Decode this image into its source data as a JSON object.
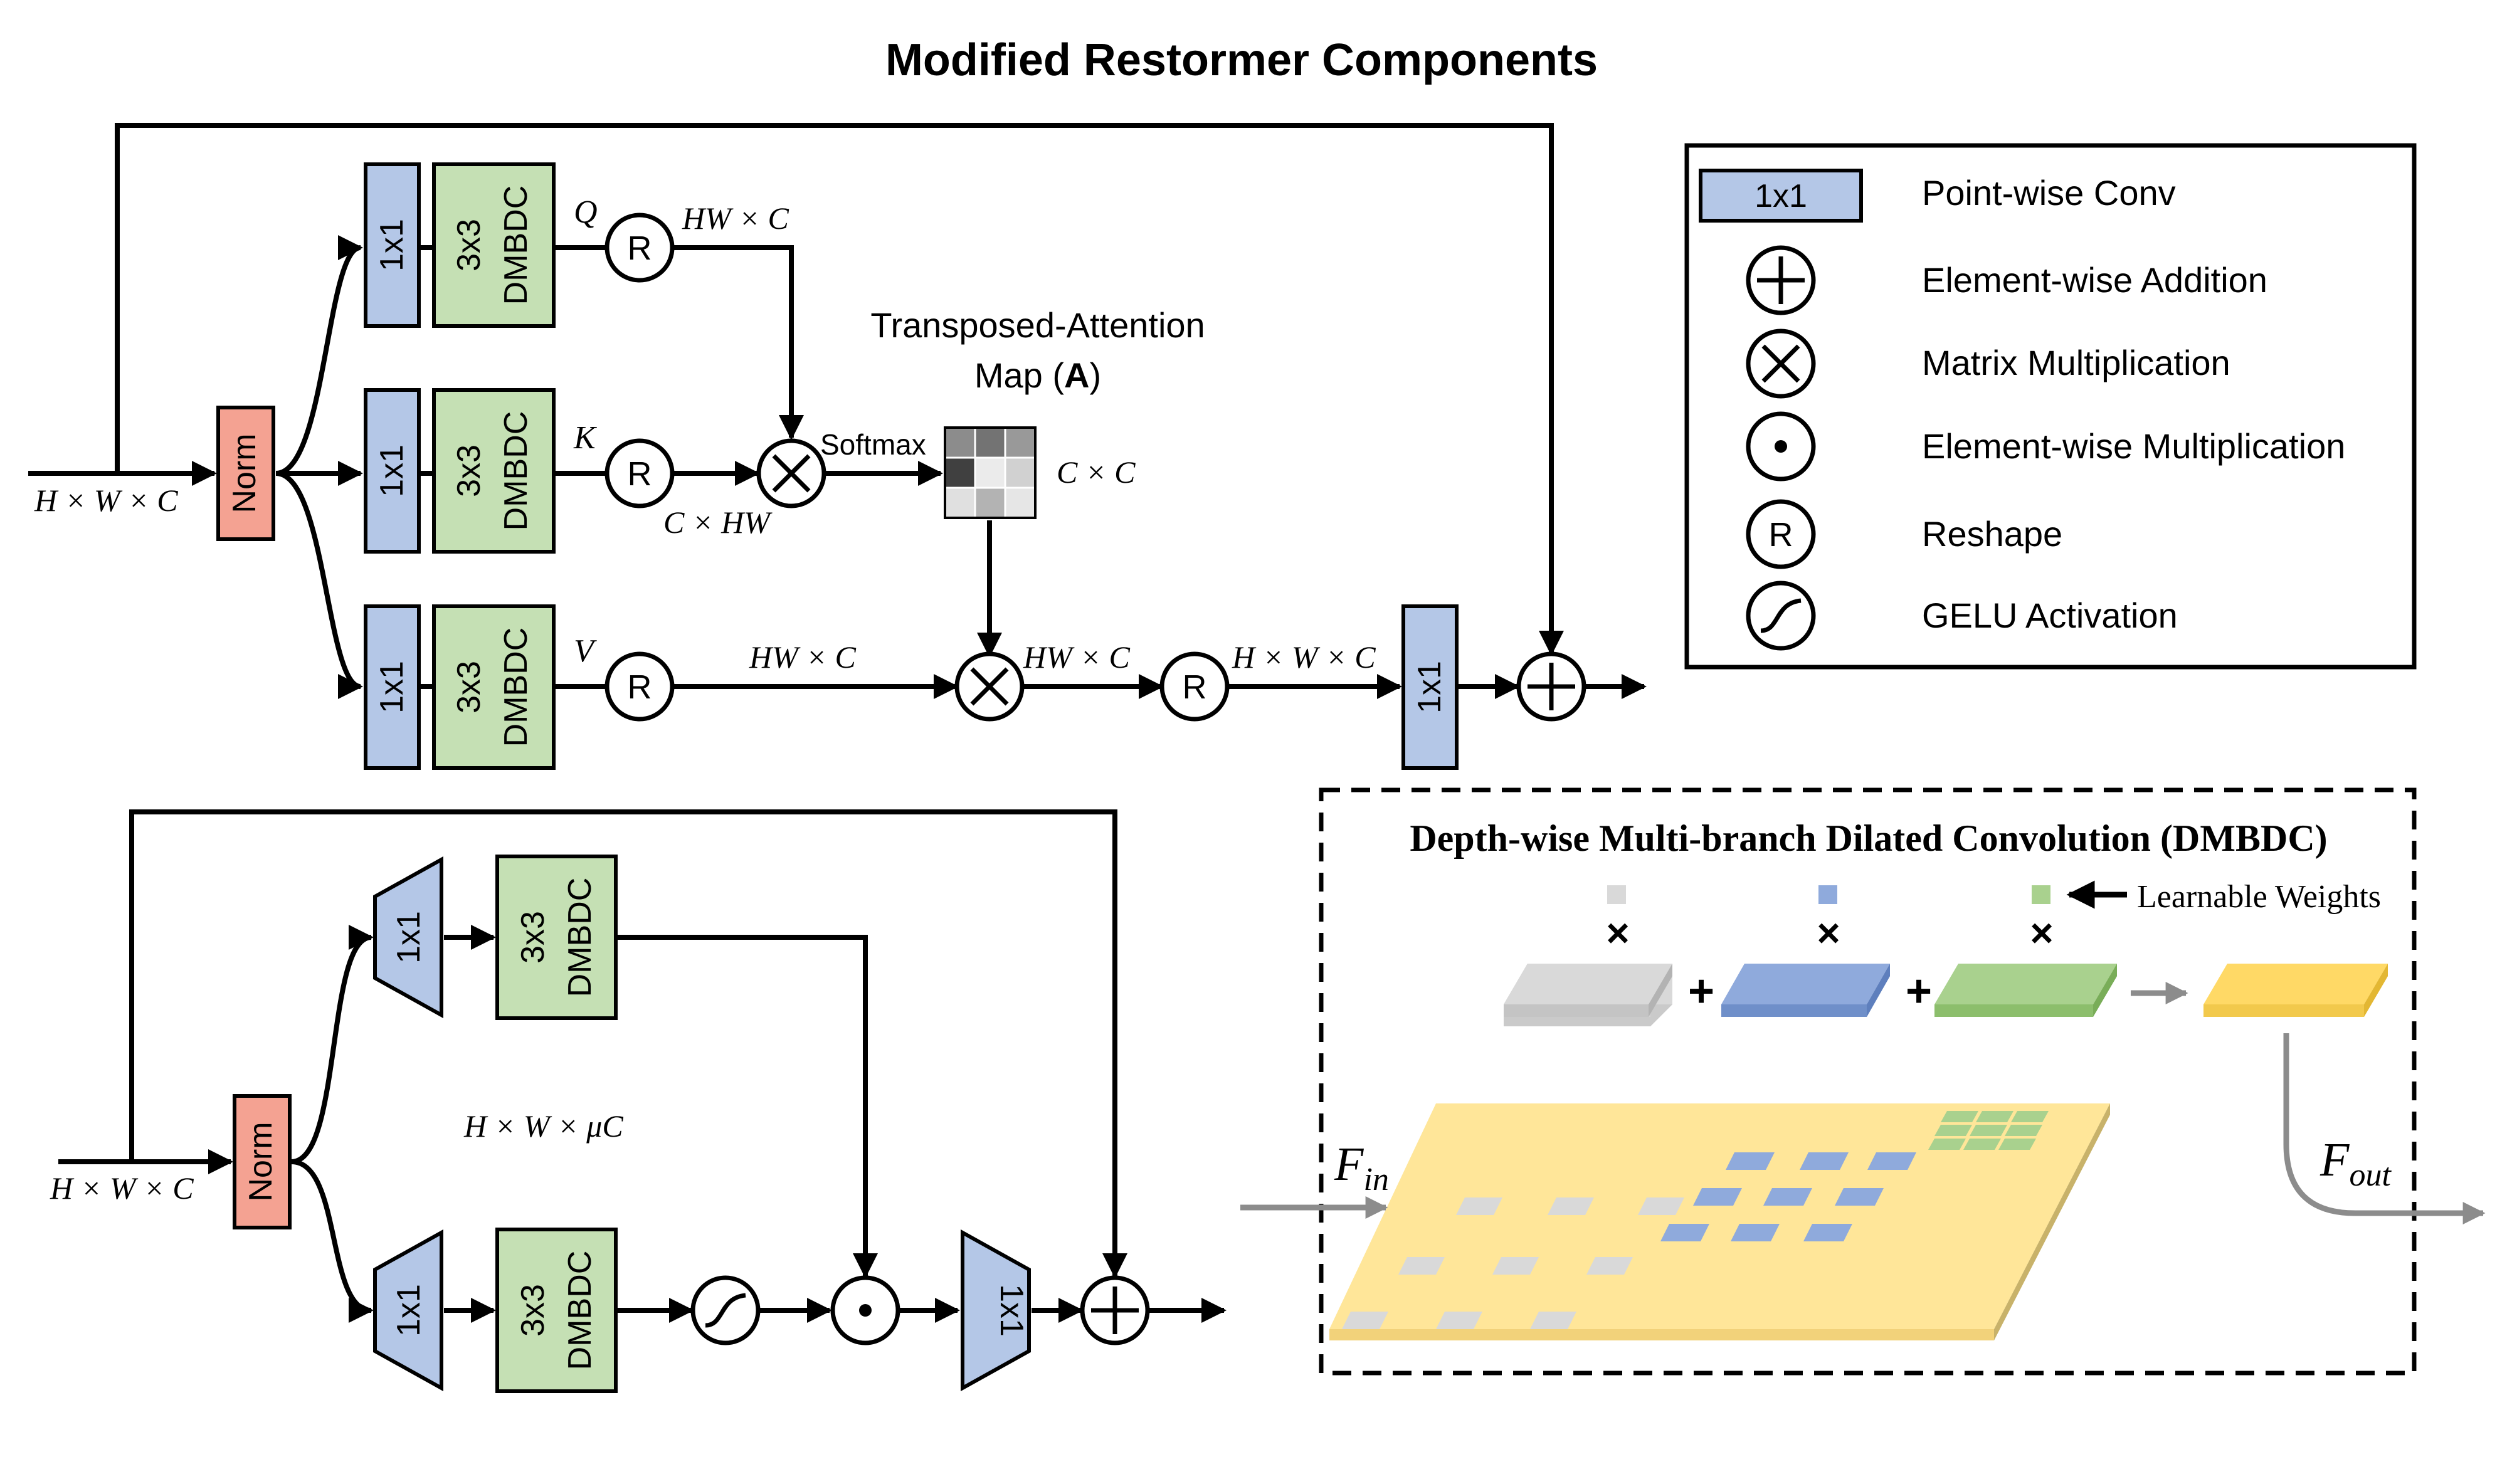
{
  "title": "Modified Restormer Components",
  "colors": {
    "norm": "#f4a292",
    "pointwise": "#b4c7e7",
    "dmbdc": "#c5e0b4",
    "yellow_plane": "#ffe699",
    "yellow_bright": "#ffd966",
    "gray_tile": "#d9d9d9",
    "blue_tile": "#8faadc",
    "green_tile": "#a9d18e"
  },
  "attention": {
    "input_dim": "H × W × C",
    "norm_label": "Norm",
    "conv1x1_label": "1x1",
    "dmbdc_line1": "3x3",
    "dmbdc_line2": "DMBDC",
    "q_label": "Q",
    "k_label": "K",
    "v_label": "V",
    "reshape_label": "R",
    "q_dim": "HW × C",
    "k_dim": "C × HW",
    "v_dim": "HW × C",
    "softmax_label": "Softmax",
    "map_title_line1": "Transposed-Attention",
    "map_title_line2_prefix": "Map (",
    "map_title_line2_bold": "A",
    "map_title_line2_suffix": ")",
    "map_dim": "C × C",
    "mult_out_dim": "HW × C",
    "reshape_out_dim": "H × W × C",
    "map_cells": [
      0.55,
      0.45,
      0.6,
      0.25,
      0.92,
      0.82,
      0.88,
      0.7,
      0.9
    ]
  },
  "ffn": {
    "input_dim": "H × W × C",
    "hidden_dim": "H × W × μC",
    "norm_label": "Norm",
    "conv1x1_label": "1x1",
    "dmbdc_line1": "3x3",
    "dmbdc_line2": "DMBDC"
  },
  "legend": {
    "items": [
      {
        "symbol": "1x1",
        "label": "Point-wise Conv"
      },
      {
        "symbol": "plus-icon",
        "label": "Element-wise Addition"
      },
      {
        "symbol": "times-icon",
        "label": "Matrix Multiplication"
      },
      {
        "symbol": "dot-icon",
        "label": "Element-wise Multiplication"
      },
      {
        "symbol": "R",
        "label": "Reshape"
      },
      {
        "symbol": "gelu-icon",
        "label": "GELU Activation"
      }
    ]
  },
  "dmbdc_panel": {
    "title": "Depth-wise Multi-branch Dilated Convolution (DMBDC)",
    "weights_label": "Learnable Weights",
    "times_symbol": "×",
    "plus_symbol": "+",
    "f_in": "F",
    "f_in_sub": "in",
    "f_out": "F",
    "f_out_sub": "out"
  }
}
